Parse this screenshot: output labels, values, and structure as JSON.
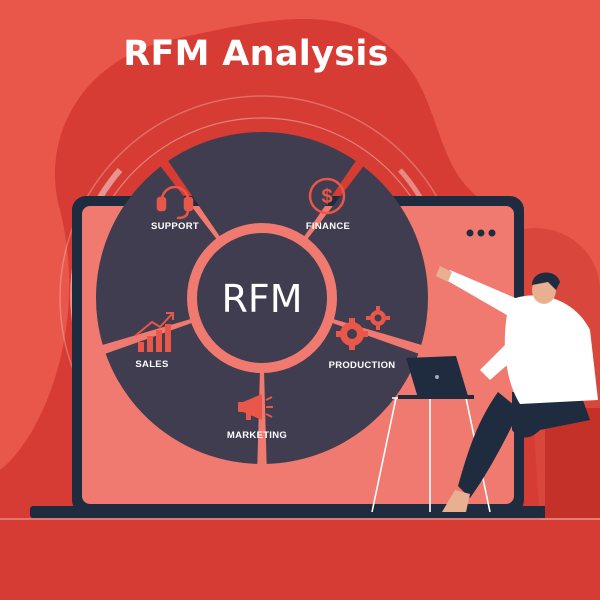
{
  "title": "RFM Analysis",
  "hub": {
    "label": "RFM"
  },
  "segments": [
    {
      "label": "SUPPORT",
      "icon": "headset-icon"
    },
    {
      "label": "FINANCE",
      "icon": "dollar-coin-icon"
    },
    {
      "label": "PRODUCTION",
      "icon": "gears-icon"
    },
    {
      "label": "MARKETING",
      "icon": "megaphone-icon"
    },
    {
      "label": "SALES",
      "icon": "bar-chart-growth-icon"
    }
  ],
  "colors": {
    "background": "#e8574a",
    "blob": "#d63c33",
    "monitor_screen": "#f07a70",
    "monitor_frame": "#1f2b3f",
    "wheel_segment": "#3f3d4f",
    "accent_white": "#ffffff"
  }
}
